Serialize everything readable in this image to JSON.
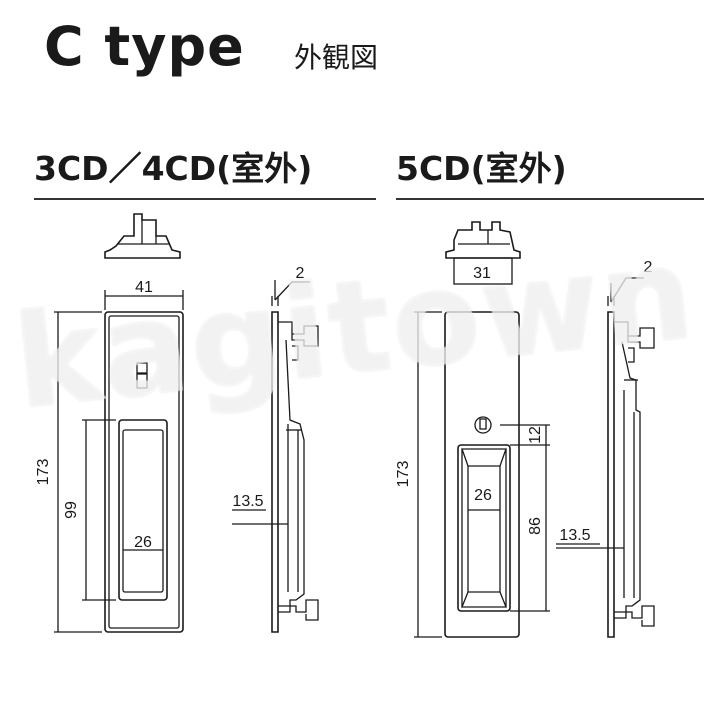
{
  "header": {
    "title": "C type",
    "subtitle": "外観図"
  },
  "sections": [
    {
      "title": "3CD／4CD(室外)",
      "dims": {
        "width": "41",
        "height": "173",
        "handle_height": "99",
        "handle_width": "26",
        "offset": "13.5",
        "thickness": "2"
      }
    },
    {
      "title": "5CD(室外)",
      "dims": {
        "width": "31",
        "height": "173",
        "handle_height": "86",
        "gap": "12",
        "handle_width": "26",
        "offset": "13.5",
        "thickness": "2"
      }
    }
  ],
  "watermark": "kagitown",
  "colors": {
    "line": "#1a1a1a",
    "background": "#ffffff"
  }
}
